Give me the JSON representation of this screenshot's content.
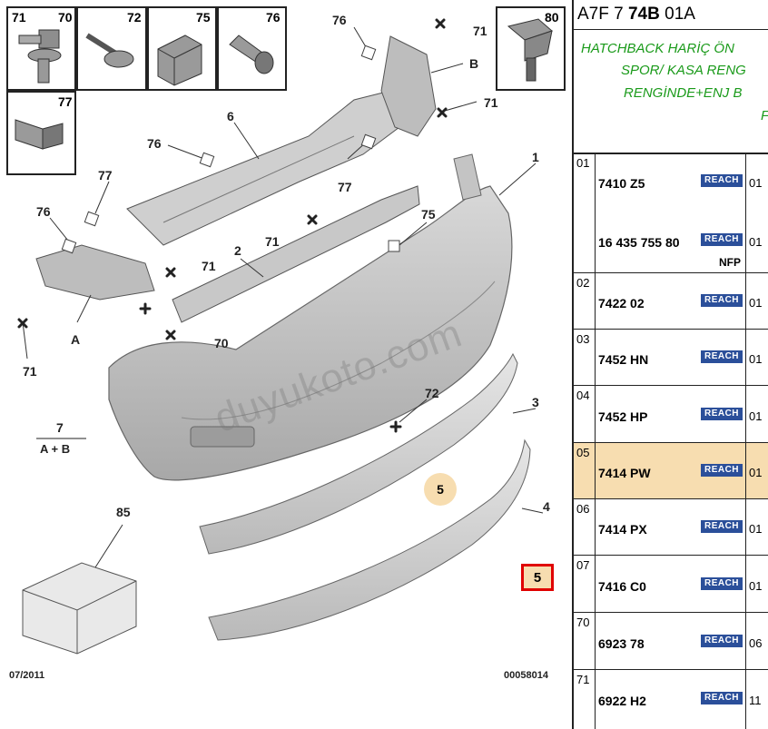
{
  "diagram": {
    "thumb_labels": {
      "t71": "71",
      "t70": "70",
      "t72": "72",
      "t75": "75",
      "t76": "76",
      "t77": "77",
      "t80": "80"
    },
    "callouts": {
      "c76a": "76",
      "c71a": "71",
      "cB": "B",
      "c71b": "71",
      "c6": "6",
      "c76b": "76",
      "c77a": "77",
      "c1": "1",
      "c77b": "77",
      "c76c": "76",
      "c71c": "71",
      "c75": "75",
      "c71d": "71",
      "c2": "2",
      "cA": "A",
      "c70": "70",
      "c71e": "71",
      "c72": "72",
      "c3": "3",
      "c4": "4",
      "c85": "85",
      "c7": "7",
      "c7sub": "A + B"
    },
    "highlight_bubble": "5",
    "highlight_box": "5",
    "watermark": "duyukoto.com",
    "footer_left": "07/2011",
    "footer_right": "00058014"
  },
  "panel": {
    "ref_prefix": "A7F 7 ",
    "ref_bold": "74B",
    "ref_suffix": " 01A",
    "desc_lines": [
      "HATCHBACK HARİÇ ÖN",
      "SPOR/ KASA RENG",
      "RENGİNDE+ENJ B",
      "F"
    ],
    "reach_label": "REACH",
    "rows": [
      {
        "pos": "01",
        "part": "7410 Z5",
        "qty": "01"
      },
      {
        "pos": "",
        "part": "16 435 755 80",
        "qty": "01",
        "note": "NFP"
      },
      {
        "pos": "02",
        "part": "7422 02",
        "qty": "01"
      },
      {
        "pos": "03",
        "part": "7452 HN",
        "qty": "01"
      },
      {
        "pos": "04",
        "part": "7452 HP",
        "qty": "01"
      },
      {
        "pos": "05",
        "part": "7414 PW",
        "qty": "01"
      },
      {
        "pos": "06",
        "part": "7414 PX",
        "qty": "01"
      },
      {
        "pos": "07",
        "part": "7416 C0",
        "qty": "01"
      },
      {
        "pos": "70",
        "part": "6923 78",
        "qty": "06"
      },
      {
        "pos": "71",
        "part": "6922 H2",
        "qty": "11"
      }
    ],
    "selected_row": 5
  }
}
